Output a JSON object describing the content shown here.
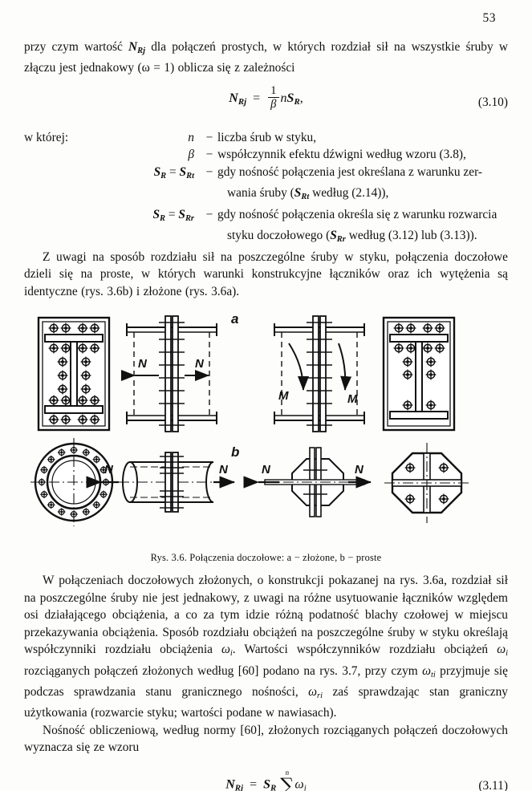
{
  "page": {
    "number": "53"
  },
  "paragraphs": {
    "intro_1": "przy czym wartość ",
    "intro_1b": " dla połączeń prostych, w których rozdział sił na wszystkie śruby w złączu jest jednakowy (ω = 1) oblicza się z zależności",
    "where_label": "w której:",
    "para_z": "Z uwagi na sposób rozdziału sił na poszczególne śruby w styku, połączenia doczołowe dzieli się na proste, w których warunki konstrukcyjne łączników oraz ich wytężenia są identyczne (rys. 3.6b) i złożone (rys. 3.6a).",
    "para_w_1": "W połączeniach doczołowych złożonych, o konstrukcji pokazanej na rys. 3.6a, rozdział sił na poszczególne śruby nie jest jednakowy, z uwagi na różne usytuowanie łączników względem osi działającego obciążenia, a co za tym idzie różną podatność blachy czołowej w miejscu przekazywania obciążenia. Sposób rozdziału obciążeń na poszczególne śruby w styku określają współczynniki rozdziału obciążenia ",
    "para_w_2": ". Wartości współczynników rozdziału obciążeń ",
    "para_w_3": " rozciąganych połączeń złożonych według [60] podano na rys. 3.7, przy czym ",
    "para_w_4": " przyjmuje się podczas sprawdzania stanu granicznego nośności, ",
    "para_w_5": " zaś sprawdzając stan graniczny użytkowania (rozwarcie styku; wartości podane w nawiasach).",
    "para_n": "Nośność obliczeniową, według normy [60], złożonych rozciąganych połączeń doczołowych wyznacza się ze wzoru"
  },
  "definitions": [
    {
      "symbol": "n",
      "dash": "−",
      "text": "liczba śrub w styku,",
      "continuation": ""
    },
    {
      "symbol": "β",
      "dash": "−",
      "text": "współczynnik efektu dźwigni według wzoru (3.8),",
      "continuation": ""
    },
    {
      "symbol": "S_R = S_Rt",
      "dash": "−",
      "text": "gdy nośność połączenia jest określana z warunku zer-",
      "continuation": "wania śruby (S_Rt według (2.14)),"
    },
    {
      "symbol": "S_R = S_Rr",
      "dash": "−",
      "text": "gdy nośność połączenia określa się z warunku rozwarcia",
      "continuation": "styku doczołowego (S_Rr według (3.12) lub (3.13))."
    }
  ],
  "equations": {
    "eq_3_10": {
      "number": "(3.10)",
      "latex": "N_Rj = (1/β) n S_R,"
    },
    "eq_3_11": {
      "number": "(3.11)",
      "latex": "N_Rj = S_R Σ_i^n ω_i"
    },
    "symbols": {
      "N": "N",
      "Rj": "Rj",
      "one": "1",
      "beta": "β",
      "n": "n",
      "S": "S",
      "R": "R",
      "comma": ",",
      "equals": "=",
      "sum_upper": "n",
      "sum_lower": "i",
      "sigma": "∑",
      "omega": "ω",
      "i": "i"
    }
  },
  "figure": {
    "caption": "Rys. 3.6. Połączenia doczołowe: a − złożone, b − proste",
    "label_a": "a",
    "label_b": "b",
    "force_labels": {
      "N": "N",
      "M": "M"
    },
    "panels": [
      {
        "name": "end-plate-front-view-left",
        "desc": "I-beam end plate with bolt pattern, complex connection"
      },
      {
        "name": "end-plate-elevation-tension",
        "desc": "Elevation with opposing N tension arrows"
      },
      {
        "name": "end-plate-elevation-moment",
        "desc": "Elevation with M moment arrows"
      },
      {
        "name": "end-plate-front-view-right",
        "desc": "I-beam end plate with unequal bolt pattern"
      },
      {
        "name": "circular-flange-front-view",
        "desc": "Circular flange with 16 bolts on bolt circle"
      },
      {
        "name": "pipe-flange-elevation",
        "desc": "Cylindrical pipe with bolted flange, N arrows"
      },
      {
        "name": "cruciform-elevation",
        "desc": "Octagonal plate cruciform section elevation with N arrows"
      },
      {
        "name": "octagonal-plate-front-view",
        "desc": "Octagonal plate with cruciform and 4 bolts"
      }
    ]
  },
  "colors": {
    "ink": "#111111",
    "paper": "#fdfdfb"
  }
}
